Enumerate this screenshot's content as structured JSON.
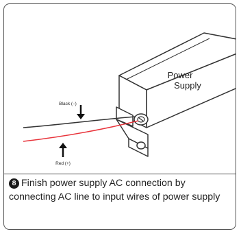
{
  "diagram": {
    "device_label_line1": "Power",
    "device_label_line2": "Supply",
    "wire_black_label": "Black (–)",
    "wire_red_label": "Red (+)",
    "wire_black_color": "#333333",
    "wire_red_color": "#e8333a"
  },
  "caption": {
    "step_number": "8",
    "text": "Finish power supply AC connection by connecting AC line to input wires of power supply"
  }
}
